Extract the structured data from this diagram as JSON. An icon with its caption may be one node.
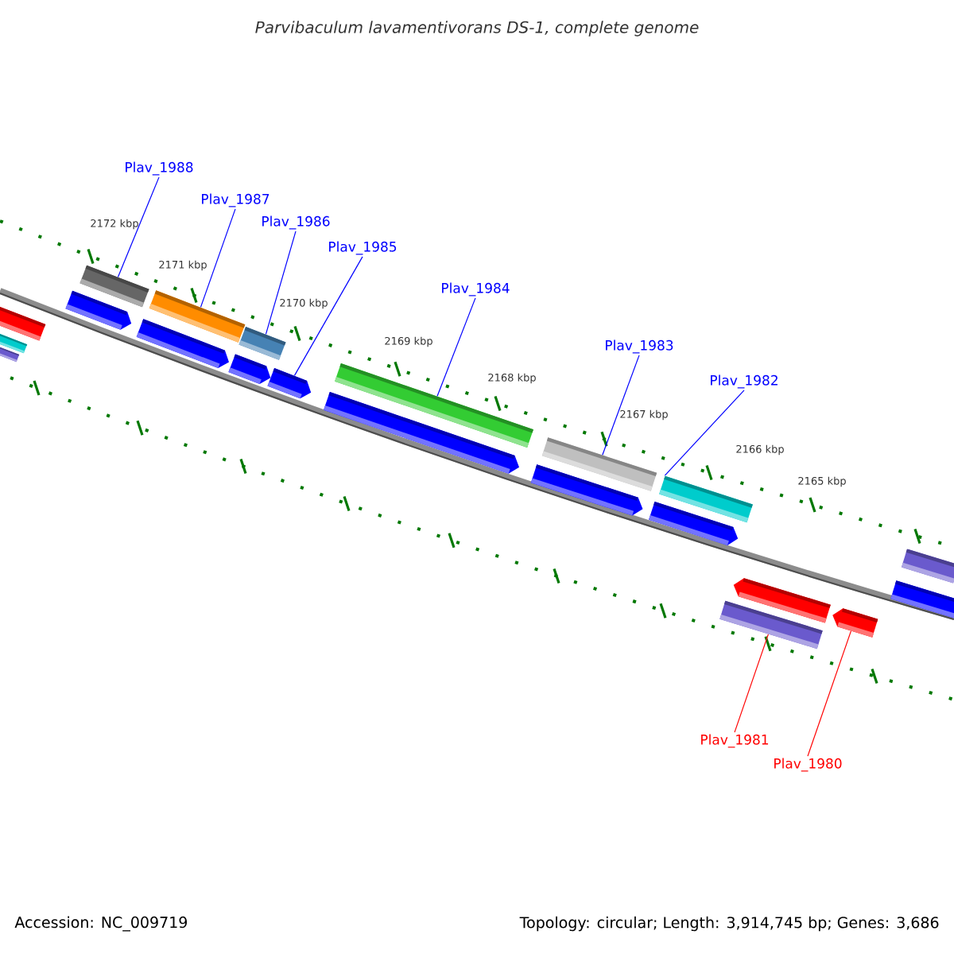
{
  "diagram": {
    "title": "*Parvibaculum lavamentivorans* DS-1, complete genome",
    "nodes": [
      {
        "text": [
          "Plav_1988"
        ]
      },
      {
        "text": [
          "Plav_1987"
        ]
      },
      {
        "text": [
          "Plav_1986"
        ]
      },
      {
        "text": [
          "Plav_1985"
        ]
      },
      {
        "text": [
          "Plav_1984"
        ]
      },
      {
        "text": [
          "Plav_1983"
        ]
      },
      {
        "text": [
          "Plav_1982"
        ]
      },
      {
        "text": [
          "Plav_1981"
        ]
      },
      {
        "text": [
          "Plav_1980"
        ]
      },
      {
        "text": [],
        "shape": "bar"
      },
      {
        "text": [],
        "shape": "bar"
      },
      {
        "text": [],
        "shape": "bar"
      },
      {
        "text": [],
        "shape": "bar"
      },
      {
        "text": [],
        "shape": "bar"
      },
      {
        "text": [],
        "shape": "bar"
      },
      {
        "text": [],
        "shape": "bar"
      },
      {
        "text": [],
        "shape": "bar"
      },
      {
        "text": [],
        "shape": "bar"
      },
      {
        "text": [],
        "shape": "bar"
      },
      {
        "text": [],
        "shape": "bar"
      },
      {
        "text": [],
        "shape": "bar"
      },
      {
        "text": [],
        "shape": "bar"
      },
      {
        "text": [],
        "shape": "bar"
      },
      {
        "text": [],
        "shape": "bar"
      },
      {
        "text": [],
        "shape": "bar"
      },
      {
        "text": [],
        "shape": "bar"
      },
      {
        "text": [],
        "shape": "bar"
      },
      {
        "text": [],
        "shape": "bar"
      },
      {
        "text": [],
        "shape": "bar"
      },
      {
        "text": [],
        "shape": "bar"
      }
    ],
    "edges": [
      {
        "from": 0,
        "to": 9,
        "arrow": "none"
      },
      {
        "from": 1,
        "to": 10,
        "arrow": "none"
      },
      {
        "from": 2,
        "to": 11,
        "arrow": "none"
      },
      {
        "from": 3,
        "to": 12,
        "arrow": "none"
      },
      {
        "from": 4,
        "to": 13,
        "arrow": "none"
      },
      {
        "from": 5,
        "to": 14,
        "arrow": "none"
      },
      {
        "from": 6,
        "to": 15,
        "arrow": "none"
      },
      {
        "from": 7,
        "to": 16,
        "arrow": "none",
        "color": "#ff0000"
      },
      {
        "from": 8,
        "to": 17,
        "arrow": "none",
        "color": "#ff0000"
      }
    ],
    "labels": [
      "2172 kbp",
      "2171 kbp",
      "2170 kbp",
      "2169 kbp",
      "2168 kbp",
      "2167 kbp",
      "2166 kbp",
      "2165 kbp",
      "Accession: NC_009719",
      "Topology: circular; Length: 3,914,745 bp; Genes: 3,686"
    ]
  }
}
